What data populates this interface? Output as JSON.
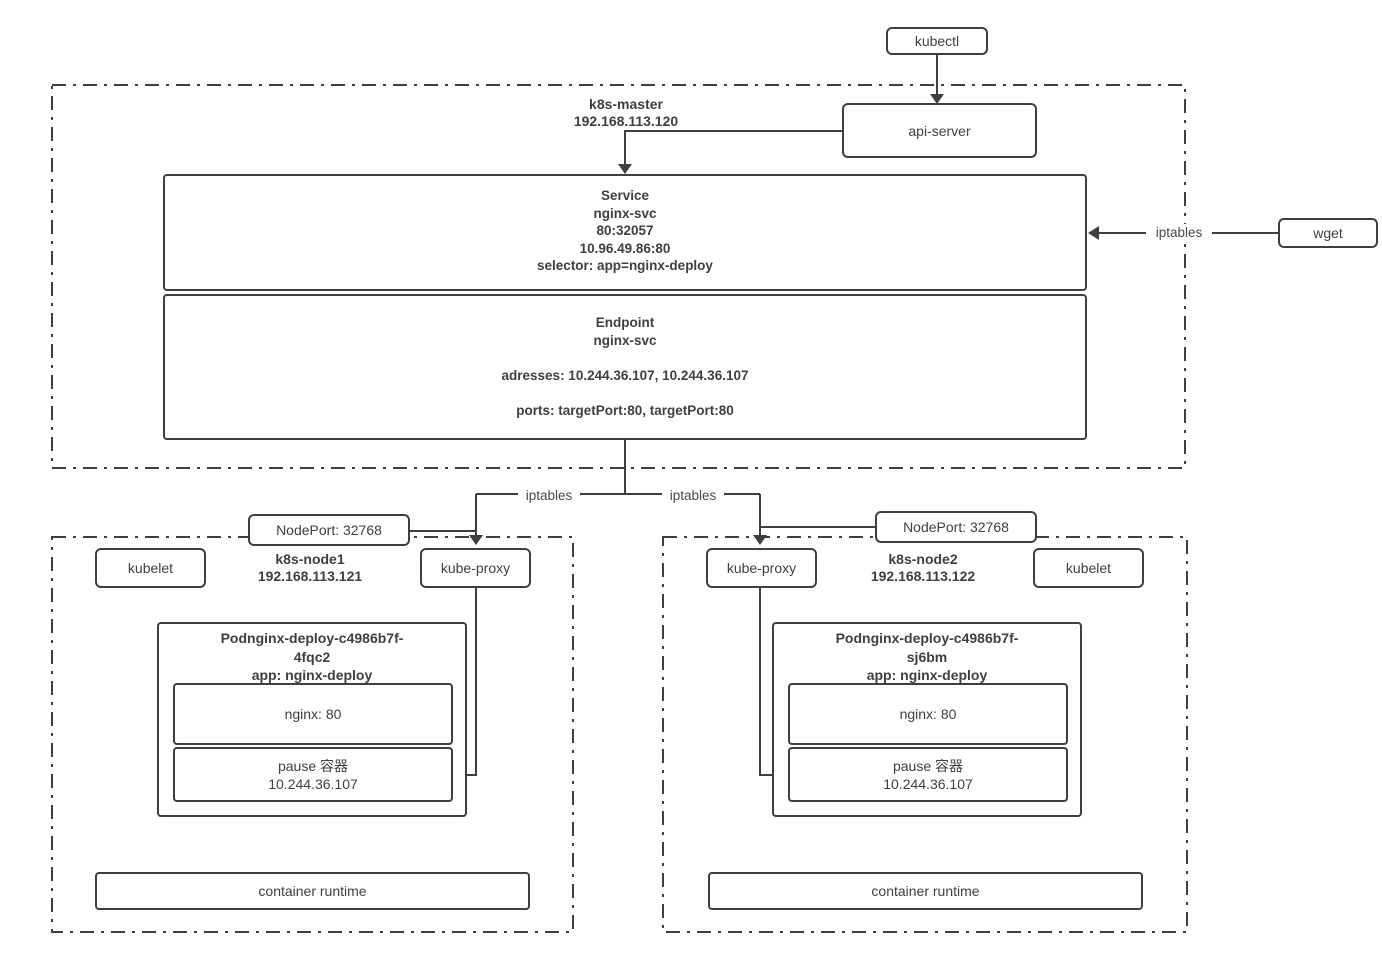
{
  "colors": {
    "stroke": "#3f3f3f",
    "text": "#3f3f3f",
    "muted_label": "#4a4a4a",
    "background": "#ffffff"
  },
  "top": {
    "kubectl": "kubectl",
    "api_server": "api-server",
    "wget": "wget",
    "iptables_wget": "iptables"
  },
  "master": {
    "name": "k8s-master",
    "ip": "192.168.113.120",
    "service": {
      "title": "Service",
      "name": "nginx-svc",
      "port_mapping": "80:32057",
      "cluster_ip": "10.96.49.86:80",
      "selector": "selector: app=nginx-deploy"
    },
    "endpoint": {
      "title": "Endpoint",
      "name": "nginx-svc",
      "addresses": "adresses: 10.244.36.107, 10.244.36.107",
      "ports": "ports: targetPort:80, targetPort:80"
    }
  },
  "split": {
    "iptables_left": "iptables",
    "iptables_right": "iptables"
  },
  "node1": {
    "name": "k8s-node1",
    "ip": "192.168.113.121",
    "nodeport": "NodePort: 32768",
    "kubelet": "kubelet",
    "kube_proxy": "kube-proxy",
    "pod": {
      "title_line1": "Podnginx-deploy-c4986b7f-",
      "title_line2": "4fqc2",
      "title_line3": "app: nginx-deploy",
      "nginx": "nginx: 80",
      "pause_name": "pause 容器",
      "pause_ip": "10.244.36.107"
    },
    "runtime": "container runtime"
  },
  "node2": {
    "name": "k8s-node2",
    "ip": "192.168.113.122",
    "nodeport": "NodePort: 32768",
    "kubelet": "kubelet",
    "kube_proxy": "kube-proxy",
    "pod": {
      "title_line1": "Podnginx-deploy-c4986b7f-",
      "title_line2": "sj6bm",
      "title_line3": "app: nginx-deploy",
      "nginx": "nginx: 80",
      "pause_name": "pause 容器",
      "pause_ip": "10.244.36.107"
    },
    "runtime": "container runtime"
  }
}
